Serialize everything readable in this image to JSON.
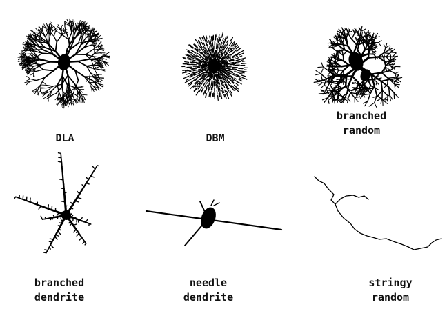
{
  "figure": {
    "panels": [
      {
        "id": "dla",
        "label": "DLA"
      },
      {
        "id": "dbm",
        "label": "DBM"
      },
      {
        "id": "branched-random",
        "label": "branched\nrandom"
      },
      {
        "id": "branched-dendrite",
        "label": "branched\ndendrite"
      },
      {
        "id": "needle-dendrite",
        "label": "needle\ndendrite"
      },
      {
        "id": "stringy-random",
        "label": "stringy\nrandom"
      }
    ],
    "ink_color": "#000000"
  }
}
